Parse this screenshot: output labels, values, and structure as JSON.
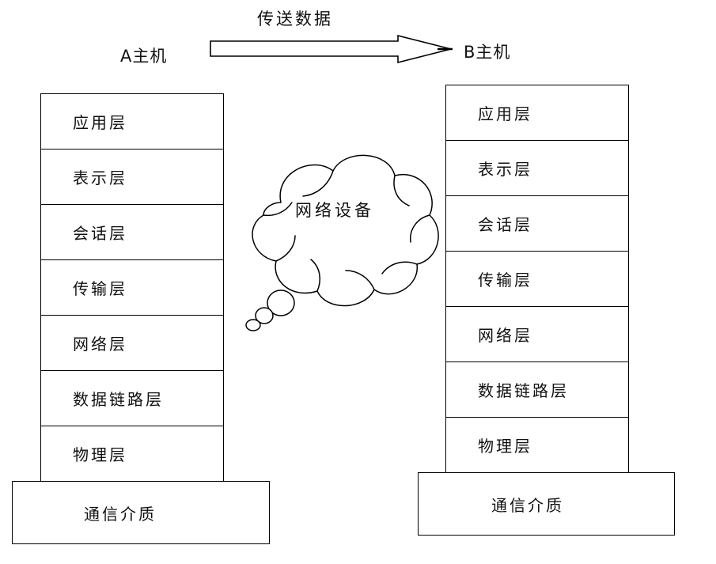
{
  "diagram": {
    "transmit_caption": "传送数据",
    "host_a_label": "A主机",
    "host_b_label": "B主机",
    "cloud_label": "网络设备",
    "medium_label_left": "通信介质",
    "medium_label_right": "通信介质",
    "line_color": "#000000",
    "text_color": "#111111",
    "background_color": "#ffffff"
  },
  "stack_left": {
    "title": "A主机",
    "layers": [
      {
        "label": "应用层"
      },
      {
        "label": "表示层"
      },
      {
        "label": "会话层"
      },
      {
        "label": "传输层"
      },
      {
        "label": "网络层"
      },
      {
        "label": "数据链路层"
      },
      {
        "label": "物理层"
      }
    ]
  },
  "stack_right": {
    "title": "B主机",
    "layers": [
      {
        "label": "应用层"
      },
      {
        "label": "表示层"
      },
      {
        "label": "会话层"
      },
      {
        "label": "传输层"
      },
      {
        "label": "网络层"
      },
      {
        "label": "数据链路层"
      },
      {
        "label": "物理层"
      }
    ]
  }
}
